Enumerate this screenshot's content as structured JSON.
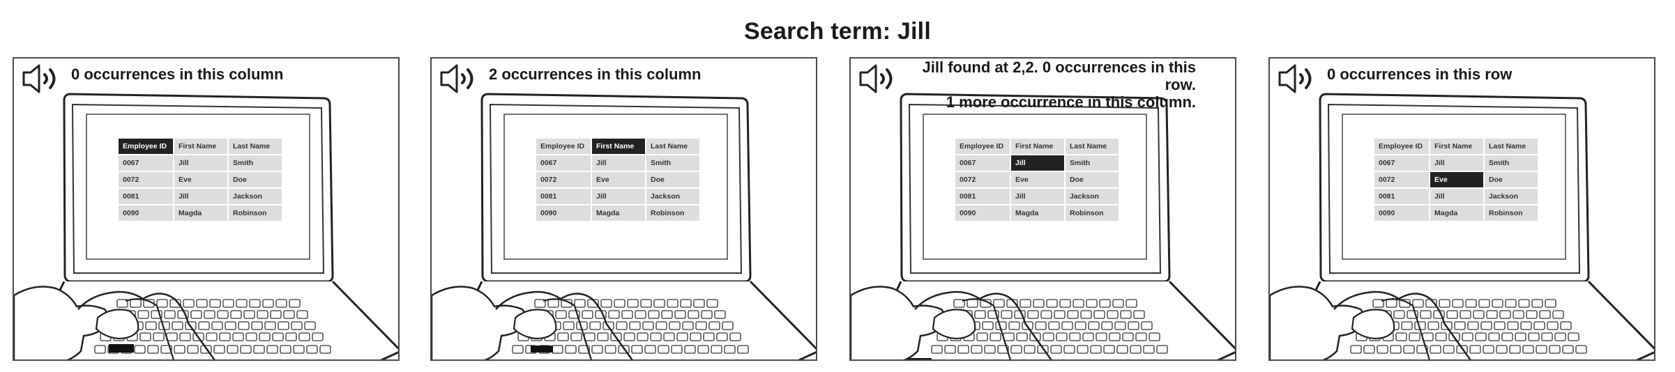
{
  "title": "Search term: Jill",
  "columns": [
    "Employee ID",
    "First Name",
    "Last Name"
  ],
  "rows": [
    [
      "0067",
      "Jill",
      "Smith"
    ],
    [
      "0072",
      "Eve",
      "Doe"
    ],
    [
      "0081",
      "Jill",
      "Jackson"
    ],
    [
      "0090",
      "Magda",
      "Robinson"
    ]
  ],
  "panels": [
    {
      "caption_lines": [
        "0 occurrences in this column"
      ],
      "highlight_row": -1,
      "highlight_col": 0
    },
    {
      "caption_lines": [
        "2 occurrences in this column"
      ],
      "highlight_row": -1,
      "highlight_col": 1
    },
    {
      "caption_lines": [
        "Jill found at 2,2. 0 occurrences in this row.",
        "1 more occurrence in this column."
      ],
      "highlight_row": 0,
      "highlight_col": 1
    },
    {
      "caption_lines": [
        "0 occurrences in this row"
      ],
      "highlight_row": 1,
      "highlight_col": 1
    }
  ],
  "icons": {
    "speaker": "speaker-icon"
  }
}
